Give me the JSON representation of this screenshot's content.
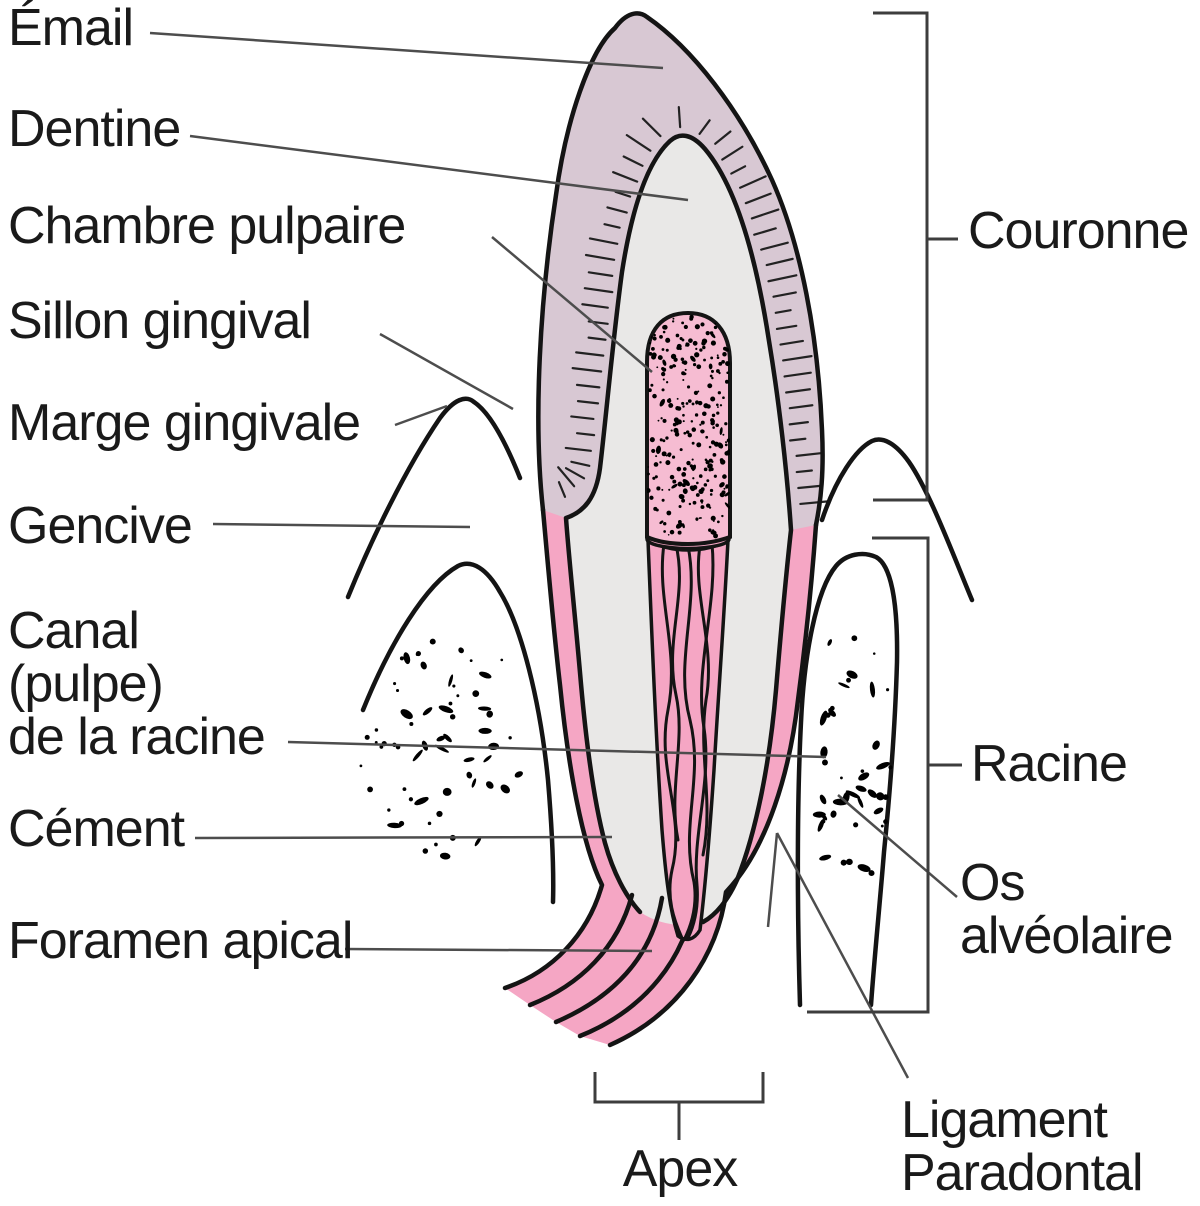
{
  "diagram": {
    "labels": {
      "email": "Émail",
      "dentine": "Dentine",
      "chambre_pulpaire": "Chambre pulpaire",
      "sillon_gingival": "Sillon gingival",
      "marge_gingivale": "Marge gingivale",
      "gencive": "Gencive",
      "canal": {
        "line1": "Canal",
        "line2": "(pulpe)",
        "line3": "de la racine"
      },
      "cement": "Cément",
      "foramen_apical": "Foramen apical",
      "apex": "Apex",
      "couronne": "Couronne",
      "racine": "Racine",
      "os_alveolaire": {
        "line1": "Os",
        "line2": "alvéolaire"
      },
      "ligament": {
        "line1": "Ligament",
        "line2": "Paradontal"
      }
    },
    "colors": {
      "enamel": "#d8c8d3",
      "dentine": "#e9e8e7",
      "pulp_chamber": "#f6bcd2",
      "root_canal": "#f5a6c4",
      "outline": "#141414",
      "leader": "#4d4d4d",
      "bracket": "#3d3d3d",
      "text": "#1a1a1a",
      "background": "#ffffff"
    }
  }
}
